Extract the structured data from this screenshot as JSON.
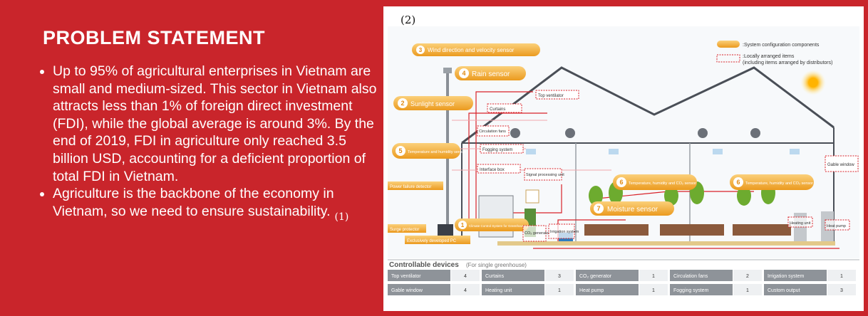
{
  "left": {
    "title": "PROBLEM STATEMENT",
    "bullets": [
      "Up to 95% of agricultural enterprises in Vietnam are small and medium-sized. This sector in Vietnam also attracts less than 1% of foreign direct investment (FDI), while the global average is around 3%. By the end of 2019, FDI in agriculture only reached 3.5 billion USD, accounting for a deficient proportion of total FDI in Vietnam.",
      "Agriculture is the backbone of the economy in Vietnam, so we need to ensure sustainability."
    ],
    "ref1": "(1)"
  },
  "diagram": {
    "ref2": "(2)",
    "legend": {
      "system": ":System configuration components",
      "local1": ":Locally arranged items",
      "local2": "(including items arranged by distributors)"
    },
    "sensors": [
      {
        "num": "3",
        "text": "Wind direction and velocity sensor"
      },
      {
        "num": "4",
        "text": "Rain sensor"
      },
      {
        "num": "2",
        "text": "Sunlight sensor"
      },
      {
        "num": "5",
        "text": "Temperature and humidity sensor"
      },
      {
        "num": "6",
        "text": "Temperature, humidity and CO₂ sensor"
      },
      {
        "num": "6",
        "text": "Temperature, humidity and CO₂ sensor"
      },
      {
        "num": "7",
        "text": "Moisture sensor"
      },
      {
        "num": "1",
        "text": "Climate Control System for Greenhouse (main unit)"
      }
    ],
    "items": {
      "top_ventilator": "Top ventilator",
      "curtains": "Curtains",
      "circulation_fans": "Circulation fans",
      "fogging_system": "Fogging system",
      "interface_box": "Interface box",
      "signal_unit": "Signal processing unit",
      "power_failure": "Power failure detector",
      "surge_protector": "Surge protector",
      "pc": "Exclusively developed PC",
      "co2_generator": "CO₂ generator",
      "irrigation": "Irrigation system",
      "gable_window": "Gable window",
      "heating_unit": "Heating unit",
      "heat_pump": "Heat pump"
    },
    "table": {
      "title": "Controllable devices",
      "subtitle": "(For single greenhouse)",
      "rows": [
        [
          [
            "Top ventilator",
            "4"
          ],
          [
            "Curtains",
            "3"
          ],
          [
            "CO₂ generator",
            "1"
          ],
          [
            "Circulation fans",
            "2"
          ],
          [
            "Irrigation system",
            "1"
          ]
        ],
        [
          [
            "Gable window",
            "4"
          ],
          [
            "Heating unit",
            "1"
          ],
          [
            "Heat pump",
            "1"
          ],
          [
            "Fogging system",
            "1"
          ],
          [
            "Custom output",
            "3"
          ]
        ]
      ]
    }
  }
}
